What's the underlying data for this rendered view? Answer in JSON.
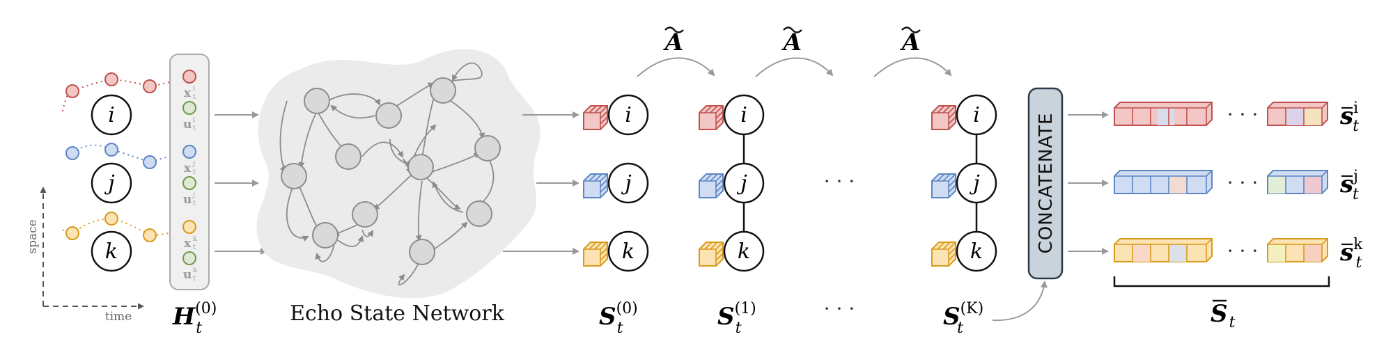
{
  "colors": {
    "red": "#c0504d",
    "red_fill": "#f2c7c5",
    "blue": "#5b86c5",
    "blue_fill": "#cfdcf2",
    "orange": "#d99a1a",
    "orange_fill": "#fbe3b3",
    "green": "#6e9a4a",
    "gray_node": "#d9d9d9",
    "gray_edge": "#8c8c8c",
    "esn_blob": "#ebebeb",
    "concat_box": "#c9d3dc"
  },
  "nodes": {
    "i": "i",
    "j": "j",
    "k": "k"
  },
  "axes": {
    "space": "space",
    "time": "time"
  },
  "input_panel": {
    "x_label": "x",
    "u_label": "u",
    "sup_i": "i",
    "sup_j": "j",
    "sup_k": "k",
    "sub_t": "t"
  },
  "H": {
    "symbol": "H",
    "sup": "(0)",
    "sub": "t"
  },
  "esn_label": "Echo State Network",
  "A_tilde": "A",
  "S0": {
    "symbol": "S",
    "sup": "(0)",
    "sub": "t"
  },
  "S1": {
    "symbol": "S",
    "sup": "(1)",
    "sub": "t"
  },
  "SK": {
    "symbol": "S",
    "sup": "(K)",
    "sub": "t"
  },
  "ellipsis": "· · ·",
  "concatenate": "CONCATENATE",
  "outputs": {
    "s": "s",
    "sub": "t",
    "sup_i": "i",
    "sup_j": "j",
    "sup_k": "k"
  },
  "S_bar": {
    "symbol": "S",
    "sub": "t"
  }
}
